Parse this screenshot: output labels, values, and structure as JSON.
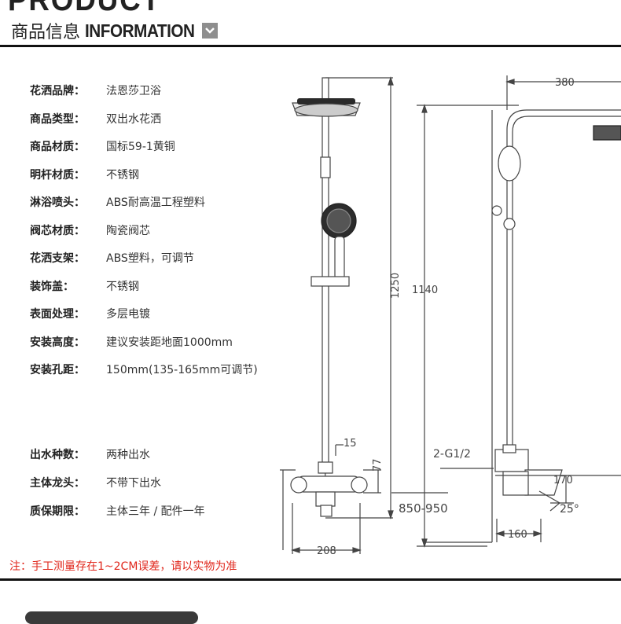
{
  "header": {
    "top_title": "PRODUCT",
    "section_cn": "商品信息",
    "section_en": "INFORMATION"
  },
  "specs": [
    {
      "label": "花洒品牌：",
      "value": "法恩莎卫浴"
    },
    {
      "label": "商品类型：",
      "value": "双出水花洒"
    },
    {
      "label": "商品材质：",
      "value": "国标59-1黄铜"
    },
    {
      "label": "明杆材质：",
      "value": "不锈钢"
    },
    {
      "label": "淋浴喷头：",
      "value": "ABS耐高温工程塑料"
    },
    {
      "label": "阀芯材质：",
      "value": "陶瓷阀芯"
    },
    {
      "label": "花洒支架：",
      "value": "ABS塑料，可调节"
    },
    {
      "label": "装饰盖：",
      "value": "不锈钢"
    },
    {
      "label": "表面处理：",
      "value": "多层电镀"
    },
    {
      "label": "安装高度：",
      "value": "建议安装距地面1000mm"
    },
    {
      "label": "安装孔距：",
      "value": "150mm(135-165mm可调节)"
    },
    {
      "label": "出水种数：",
      "value": "两种出水"
    },
    {
      "label": "主体龙头：",
      "value": "不带下出水"
    },
    {
      "label": "质保期限：",
      "value": "主体三年 / 配件一年"
    }
  ],
  "dimensions": {
    "front_height": "1250",
    "front_small": "15",
    "front_mid": "77",
    "front_width": "208",
    "install_range": "850-950",
    "side_width": "380",
    "side_height": "1140",
    "thread": "2-G1/2",
    "side_170": "170",
    "side_160": "160",
    "angle": "25°"
  },
  "note": "注：手工测量存在1~2CM误差，请以实物为准"
}
